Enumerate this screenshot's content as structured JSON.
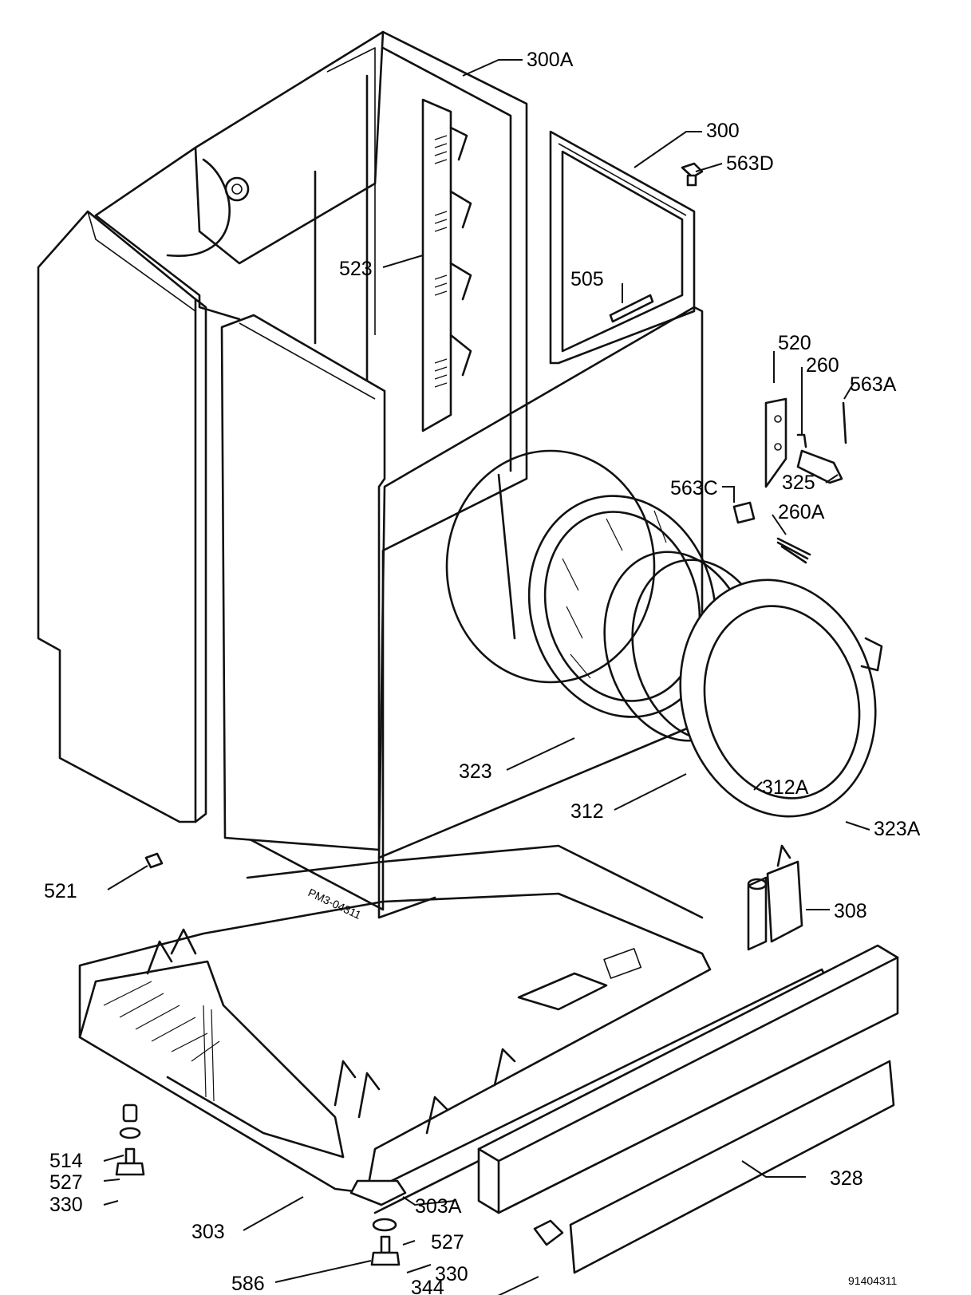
{
  "part_labels": [
    {
      "id": "300A",
      "text": "300A"
    },
    {
      "id": "300",
      "text": "300"
    },
    {
      "id": "563D",
      "text": "563D"
    },
    {
      "id": "523",
      "text": "523"
    },
    {
      "id": "505",
      "text": "505"
    },
    {
      "id": "520",
      "text": "520"
    },
    {
      "id": "260",
      "text": "260"
    },
    {
      "id": "563A",
      "text": "563A"
    },
    {
      "id": "325",
      "text": "325"
    },
    {
      "id": "563C",
      "text": "563C"
    },
    {
      "id": "260A",
      "text": "260A"
    },
    {
      "id": "323",
      "text": "323"
    },
    {
      "id": "312A",
      "text": "312A"
    },
    {
      "id": "312",
      "text": "312"
    },
    {
      "id": "323A",
      "text": "323A"
    },
    {
      "id": "521",
      "text": "521"
    },
    {
      "id": "308",
      "text": "308"
    },
    {
      "id": "514",
      "text": "514"
    },
    {
      "id": "527L",
      "text": "527"
    },
    {
      "id": "330L",
      "text": "330"
    },
    {
      "id": "303",
      "text": "303"
    },
    {
      "id": "303A",
      "text": "303A"
    },
    {
      "id": "586",
      "text": "586"
    },
    {
      "id": "527",
      "text": "527"
    },
    {
      "id": "330",
      "text": "330"
    },
    {
      "id": "344",
      "text": "344"
    },
    {
      "id": "328",
      "text": "328"
    }
  ],
  "stamp_text": "PM3-04311",
  "figure_number": "91404311"
}
